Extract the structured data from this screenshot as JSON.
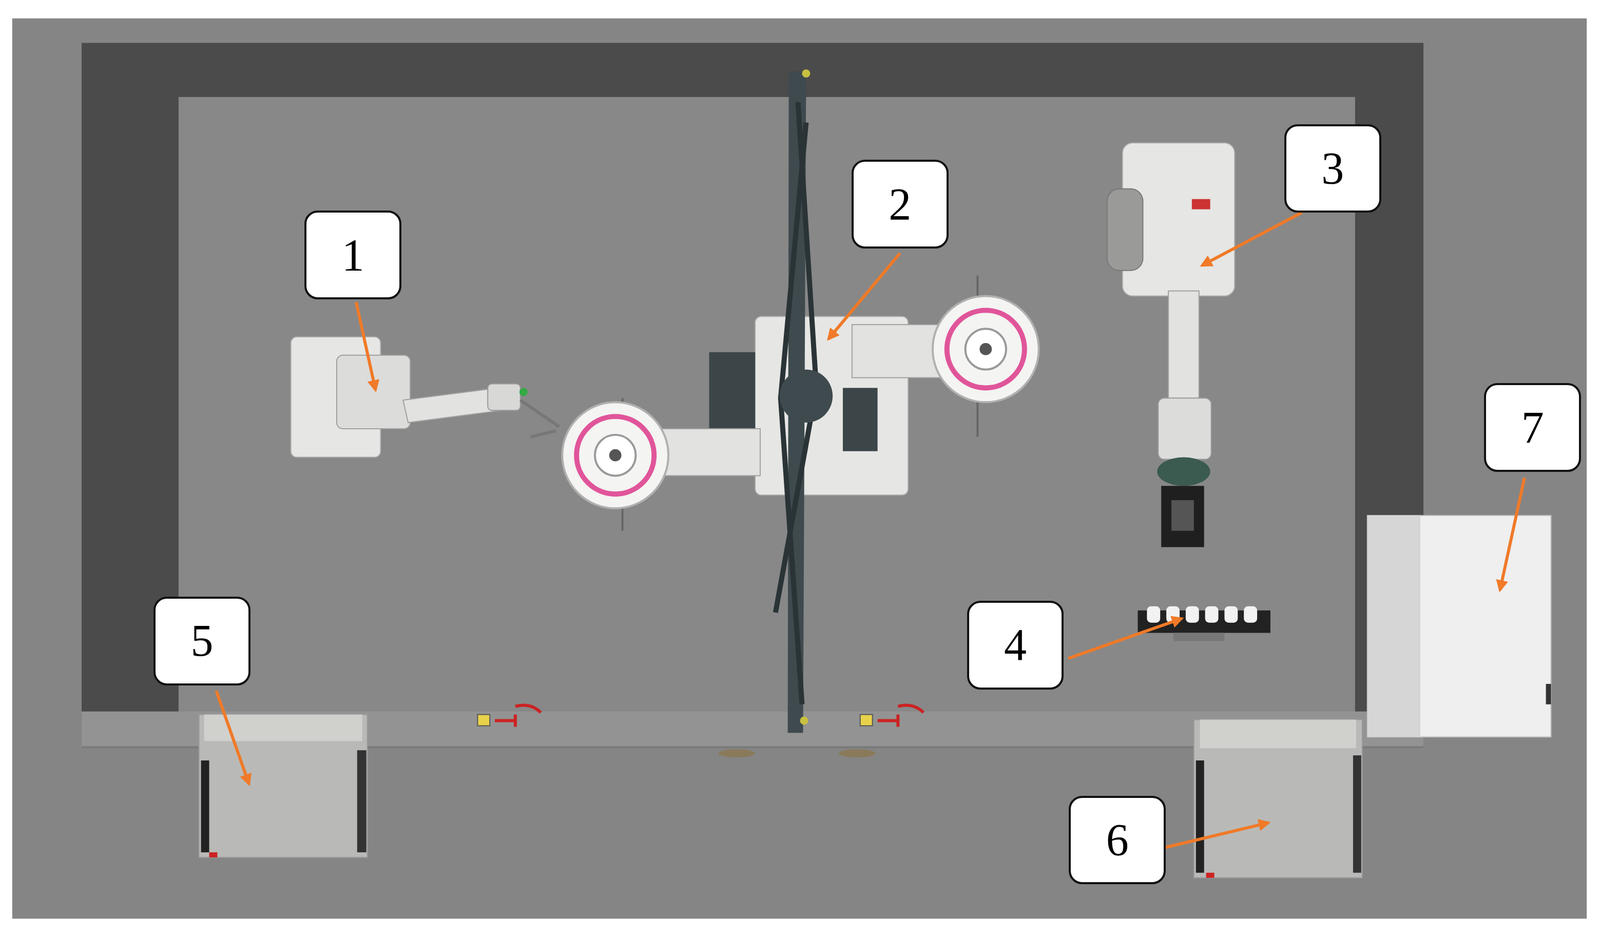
{
  "diagram": {
    "labels": [
      "1",
      "2",
      "3",
      "4",
      "5",
      "6",
      "7"
    ]
  }
}
